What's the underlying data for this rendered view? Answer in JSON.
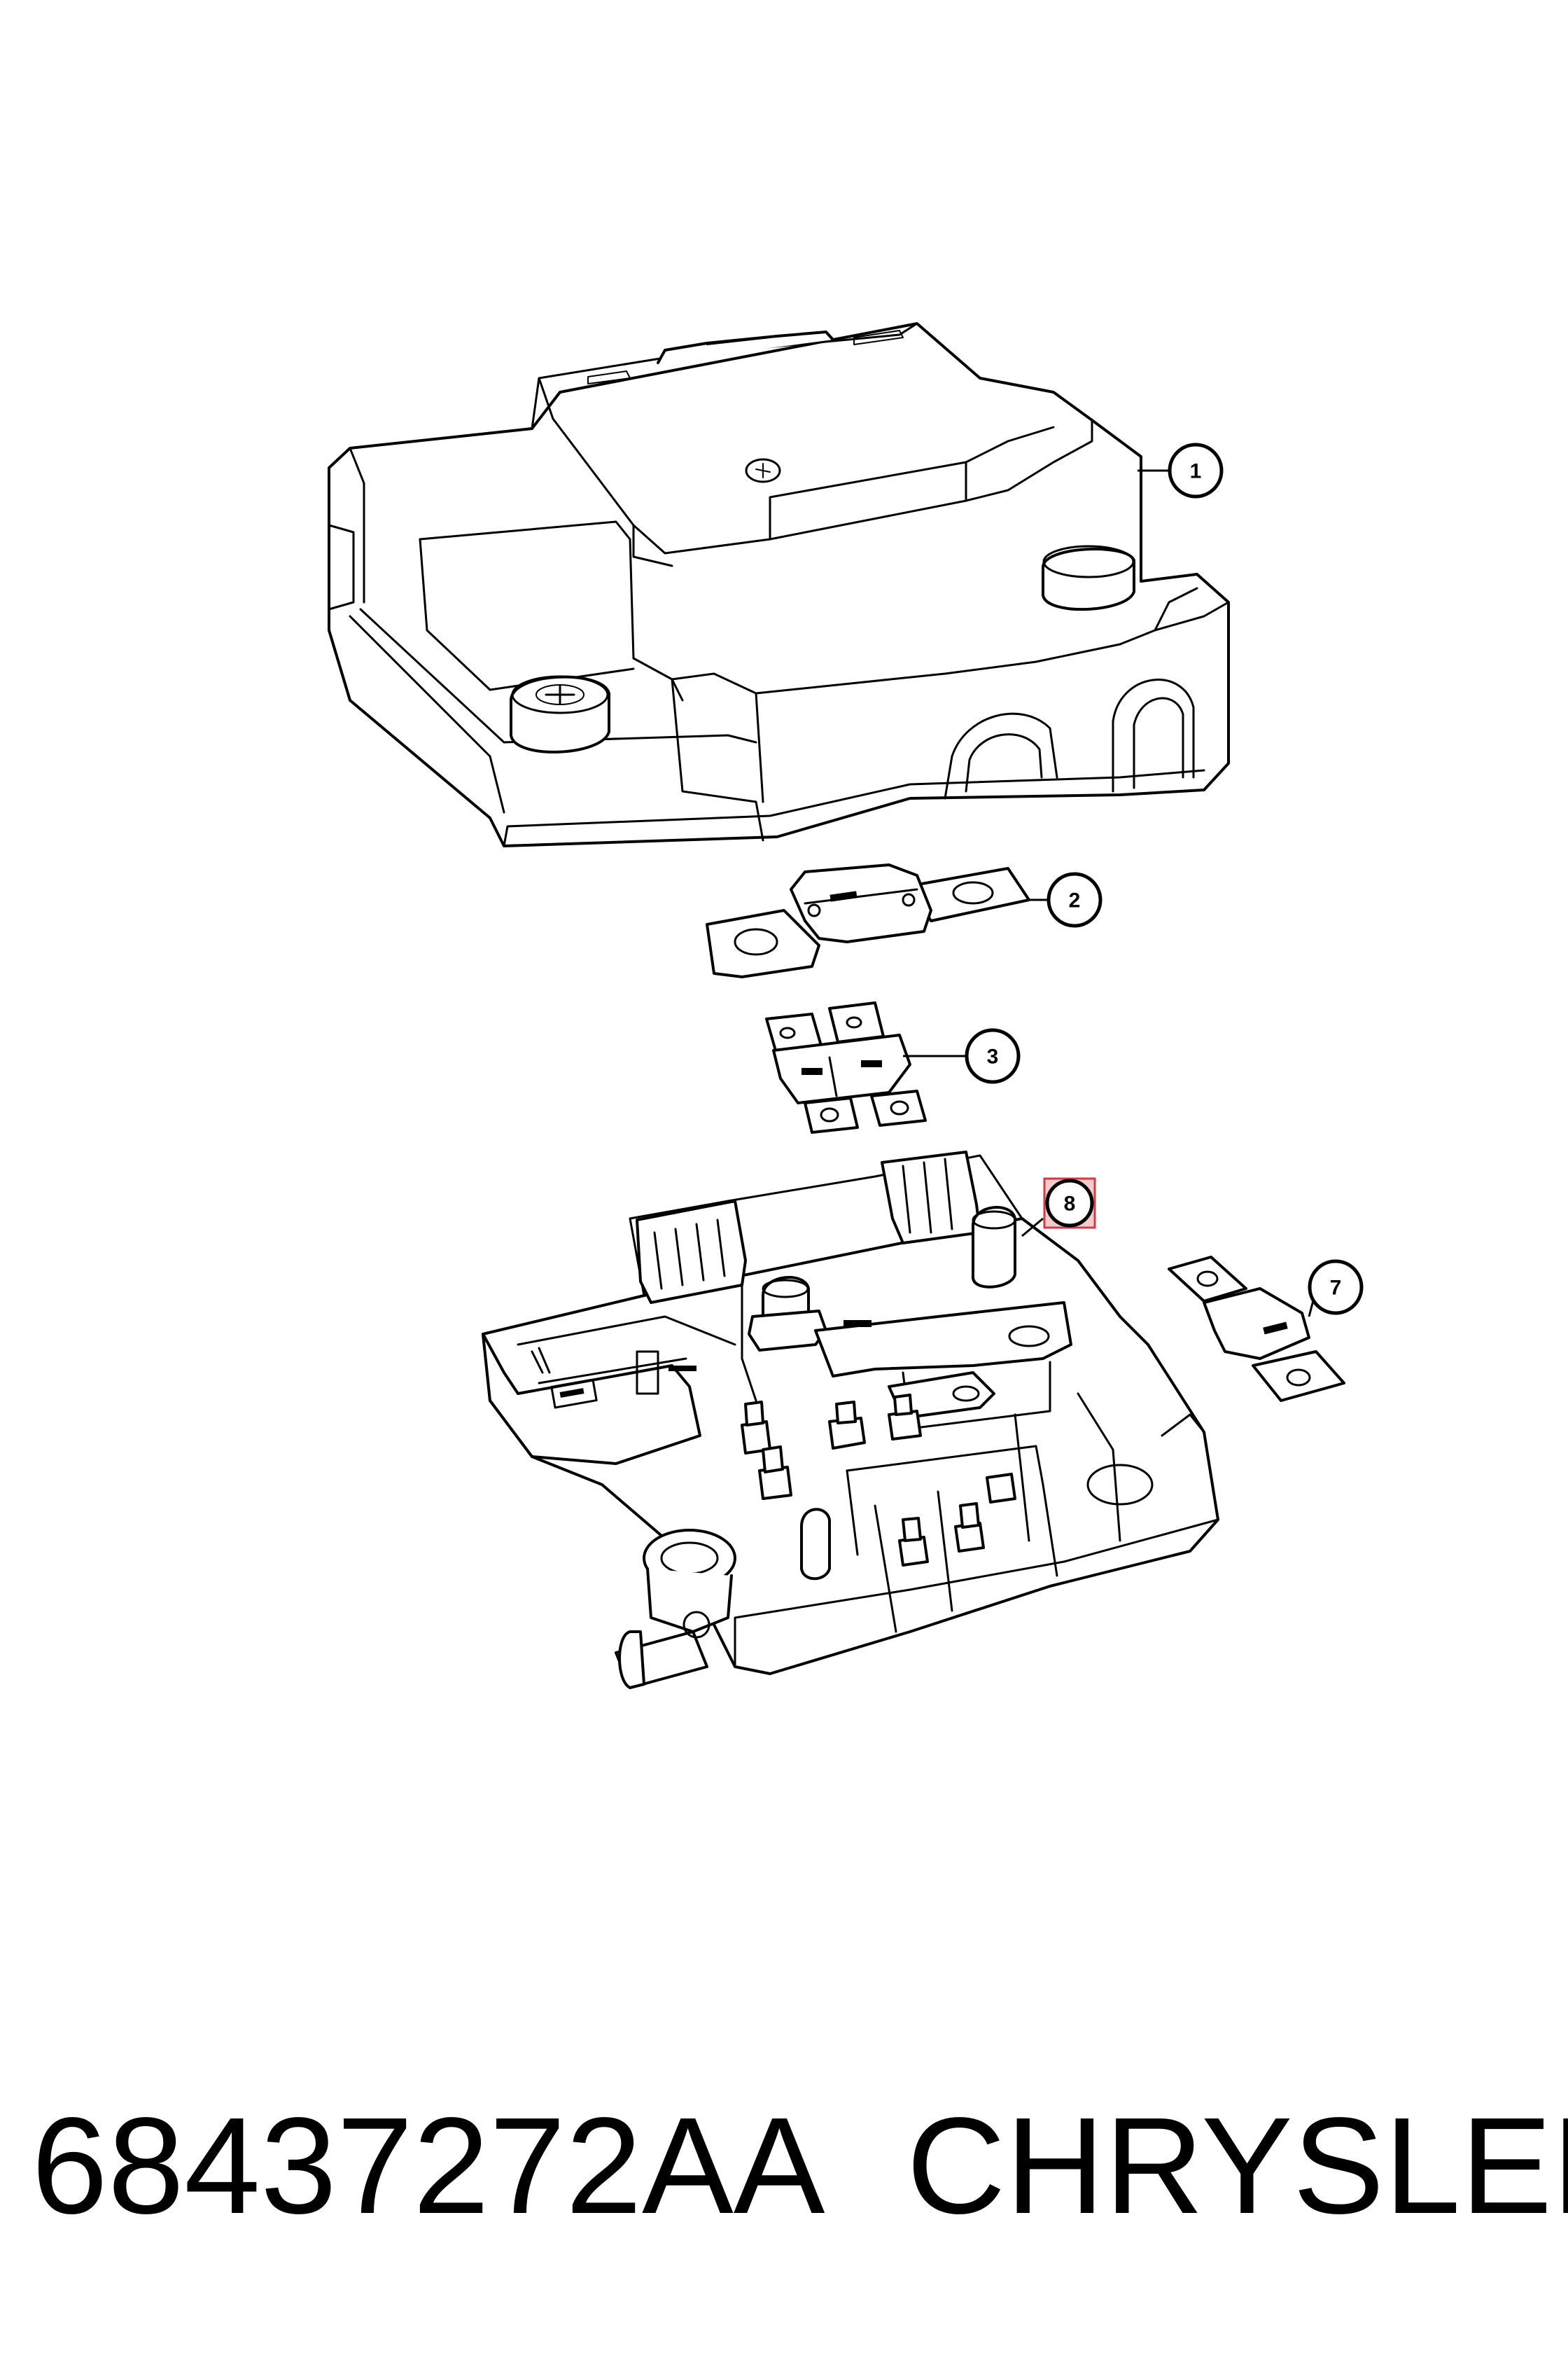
{
  "callouts": [
    {
      "id": "1",
      "label": "1"
    },
    {
      "id": "2",
      "label": "2"
    },
    {
      "id": "3",
      "label": "3"
    },
    {
      "id": "7",
      "label": "7"
    },
    {
      "id": "8",
      "label": "8",
      "highlighted": true
    }
  ],
  "footer": {
    "part_number": "68437272AA",
    "brand": "CHRYSLER"
  },
  "colors": {
    "line": "#000000",
    "background": "#ffffff",
    "highlight_fill": "#f6c9cc",
    "highlight_stroke": "#d23a44"
  }
}
